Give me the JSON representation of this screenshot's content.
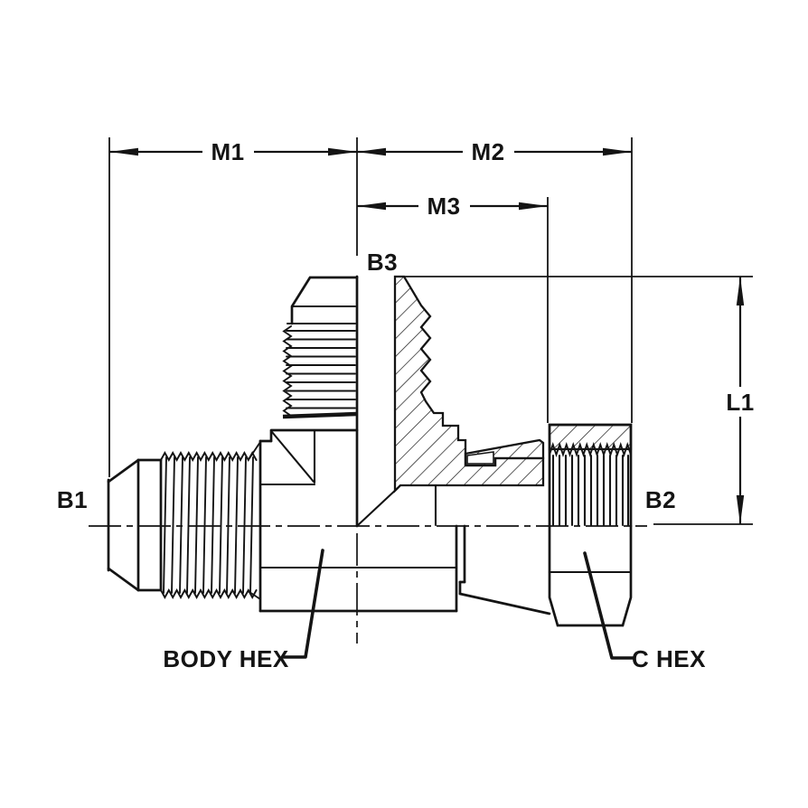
{
  "page": {
    "background_color": "#ffffff",
    "line_color": "#141414",
    "description": "Engineering line drawing of a hydraulic tee fitting (male JIC run, male branch, female swivel nut) with dimension callouts"
  },
  "labels": {
    "m1": "M1",
    "m2": "M2",
    "m3": "M3",
    "b1": "B1",
    "b2": "B2",
    "b3": "B3",
    "l1": "L1",
    "body_hex": "BODY HEX",
    "c_hex": "C HEX"
  }
}
